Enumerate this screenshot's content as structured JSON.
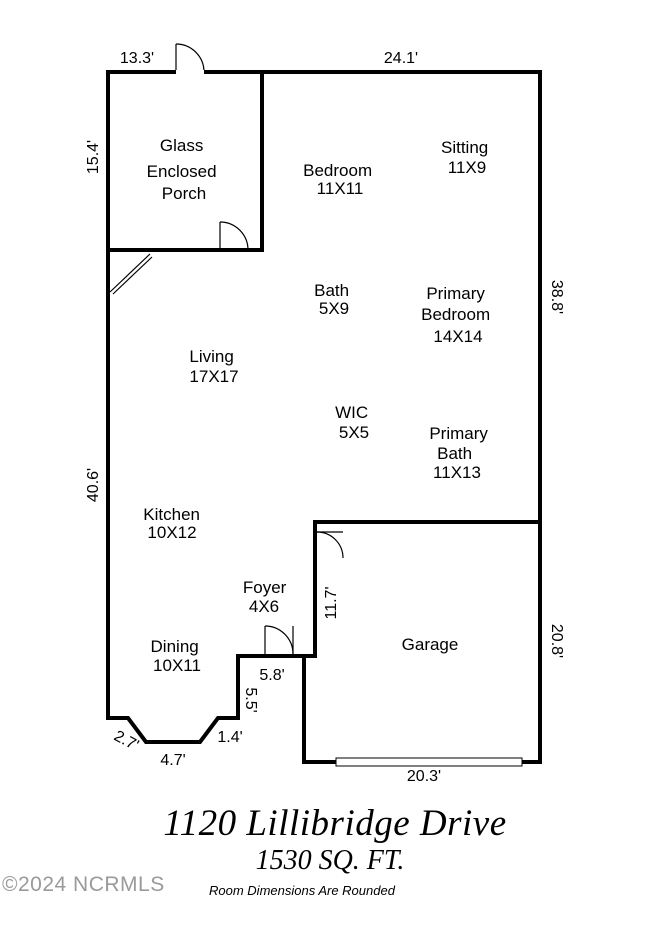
{
  "listing": {
    "address": "1120 Lillibridge Drive",
    "area": "1530 SQ. FT.",
    "note": "Room Dimensions Are Rounded",
    "watermark": "©2024 NCRMLS"
  },
  "rooms": {
    "porch": [
      "Glass",
      "Enclosed",
      "Porch"
    ],
    "bedroom": [
      "Bedroom",
      "11X11"
    ],
    "sitting": [
      "Sitting",
      "11X9"
    ],
    "bath": [
      "Bath",
      "5X9"
    ],
    "primary_bedroom": [
      "Primary",
      "Bedroom",
      "14X14"
    ],
    "living": [
      "Living",
      "17X17"
    ],
    "wic": [
      "WIC",
      "5X5"
    ],
    "primary_bath": [
      "Primary",
      "Bath",
      "11X13"
    ],
    "kitchen": [
      "Kitchen",
      "10X12"
    ],
    "foyer": [
      "Foyer",
      "4X6"
    ],
    "garage": [
      "Garage"
    ],
    "dining": [
      "Dining",
      "10X11"
    ]
  },
  "dimensions": {
    "porch_width": "13.3'",
    "top_width": "24.1'",
    "porch_depth": "15.4'",
    "right_depth": "38.8'",
    "left_depth": "40.6'",
    "garage_inner": "11.7'",
    "garage_depth": "20.8'",
    "foyer_width": "5.8'",
    "foyer_depth": "5.5'",
    "bay_side_left": "2.7'",
    "bay_front": "4.7'",
    "bay_side_right": "1.4'",
    "garage_width": "20.3'"
  }
}
